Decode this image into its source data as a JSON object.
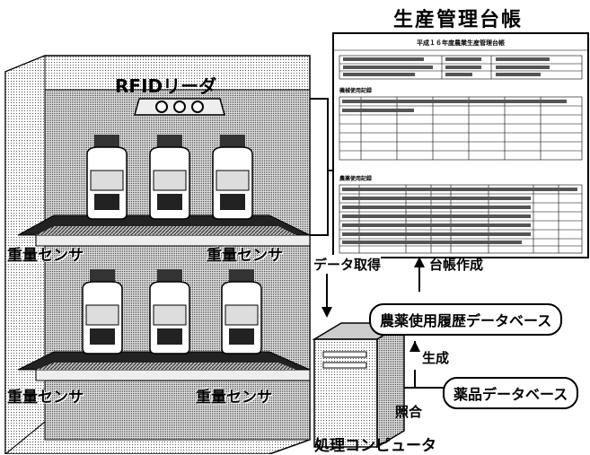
{
  "document": {
    "title": "生産管理台帳",
    "header": "平成１６年度農業生産管理台帳",
    "section1": "機械使用記録",
    "section2": "農薬使用記録"
  },
  "labels": {
    "rfid_reader": "RFIDリーダ",
    "weight_sensor": "重量センサ",
    "data_acquisition": "データ取得",
    "ledger_creation": "台帳作成",
    "pesticide_db": "農薬使用履歴データベース",
    "generate": "生成",
    "chemical_db": "薬品データベース",
    "collation": "照合",
    "computer": "処理コンピュータ"
  }
}
